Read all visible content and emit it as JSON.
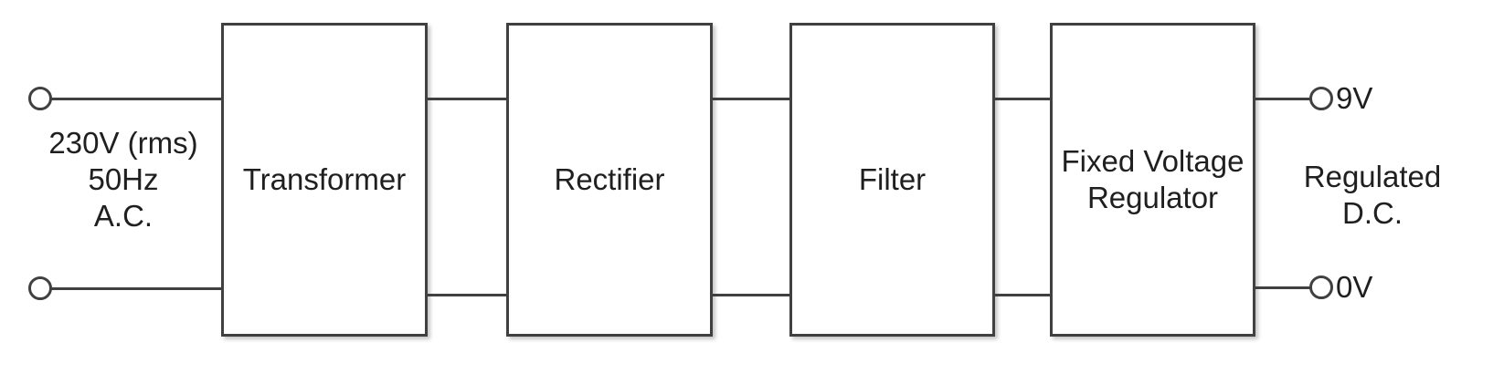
{
  "diagram": {
    "type": "power-supply-block-diagram",
    "input": {
      "lines": [
        "230V (rms)",
        "50Hz",
        "A.C."
      ]
    },
    "blocks": [
      {
        "label": "Transformer"
      },
      {
        "label": "Rectifier"
      },
      {
        "label": "Filter"
      },
      {
        "label": "Fixed Voltage Regulator"
      }
    ],
    "output": {
      "top_terminal_label": "9V",
      "bottom_terminal_label": "0V",
      "lines": [
        "Regulated",
        "D.C."
      ]
    },
    "colors": {
      "line": "#404040",
      "text": "#1f1f1f",
      "background": "#ffffff"
    }
  }
}
